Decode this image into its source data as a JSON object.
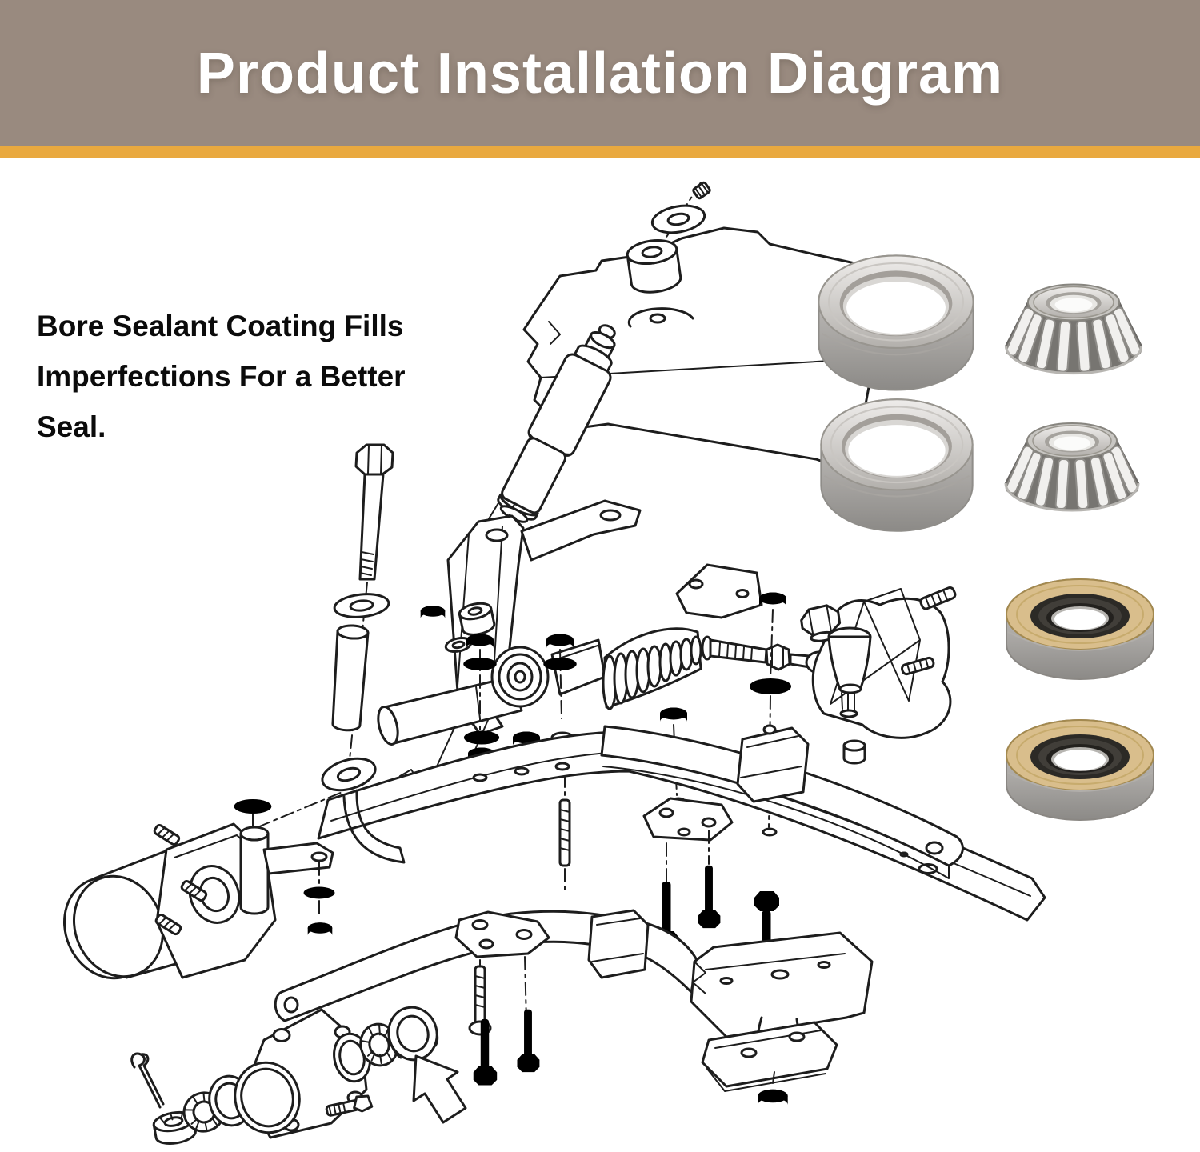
{
  "header": {
    "title": "Product Installation Diagram"
  },
  "annotation": {
    "lines": [
      "Bore Sealant Coating Fills",
      "Imperfections For a Better",
      "Seal."
    ]
  },
  "colors": {
    "header_bg": "#998a7f",
    "accent_strip": "#e9a93f",
    "arrow_red": "#e8211d",
    "seal_tan": "#d9be8c",
    "line_ink": "#1d1d1d"
  },
  "graphics": {
    "diagram": "exploded-view golf cart front suspension and steering assembly line drawing",
    "pointer": "red arrow pointing at grease seal in exploded hub assembly",
    "product_photos": [
      "bearing-race-cup",
      "tapered-roller-bearing",
      "bearing-race-cup",
      "tapered-roller-bearing",
      "grease-seal",
      "grease-seal"
    ]
  }
}
